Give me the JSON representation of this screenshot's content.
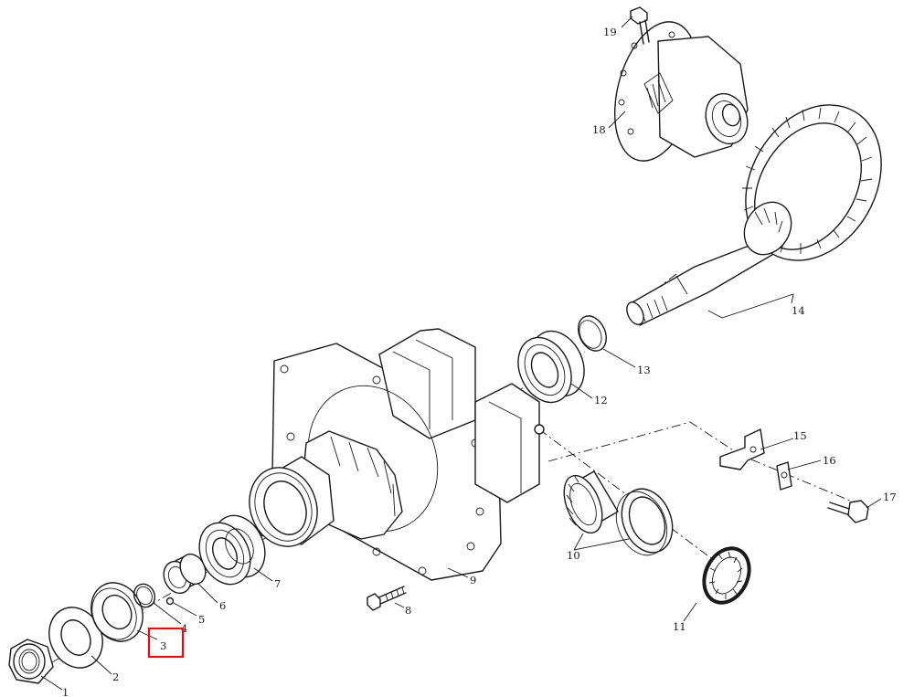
{
  "callouts": {
    "p1": "1",
    "p2": "2",
    "p3": "3",
    "p4": "4",
    "p5": "5",
    "p6": "6",
    "p7": "7",
    "p8": "8",
    "p9": "9",
    "p10": "10",
    "p11": "11",
    "p12": "12",
    "p13": "13",
    "p14": "14",
    "p15": "15",
    "p16": "16",
    "p17": "17",
    "p18": "18",
    "p19": "19"
  },
  "highlight": {
    "target": "3",
    "color": "#e01010"
  }
}
